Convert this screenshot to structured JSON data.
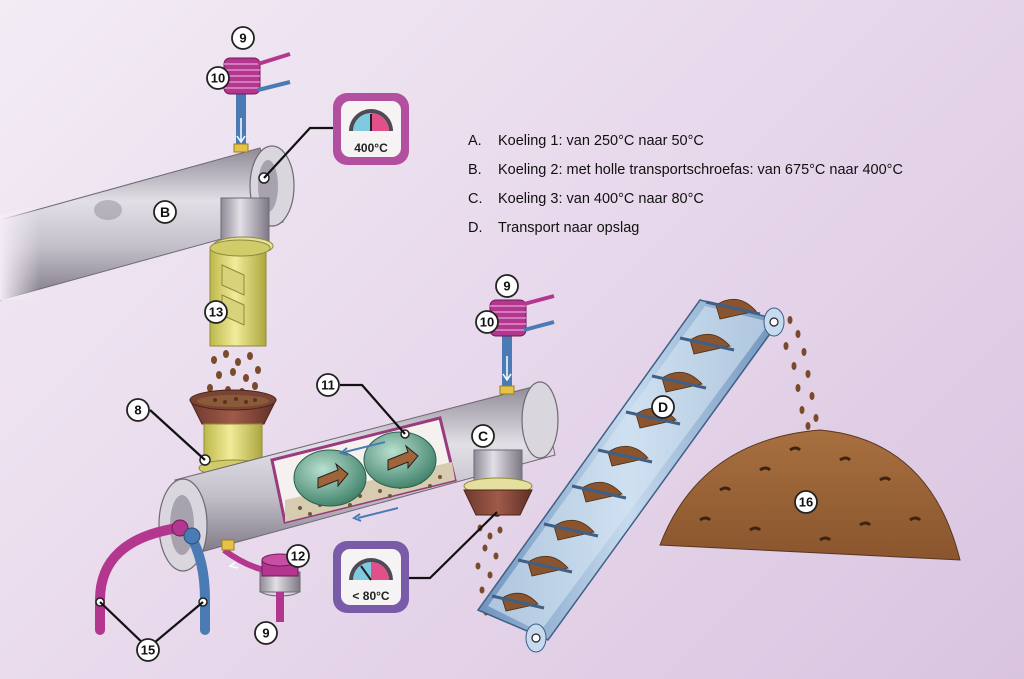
{
  "legend": [
    {
      "letter": "A.",
      "text": "Koeling 1: van 250°C naar 50°C"
    },
    {
      "letter": "B.",
      "text": "Koeling 2: met holle transportschroefas: van 675°C naar 400°C"
    },
    {
      "letter": "C.",
      "text": "Koeling 3: van 400°C naar 80°C"
    },
    {
      "letter": "D.",
      "text": "Transport naar opslag"
    }
  ],
  "gauges": [
    {
      "value": "400°C"
    },
    {
      "value": "< 80°C"
    }
  ],
  "section_letters": [
    "B",
    "C",
    "D"
  ],
  "callouts": [
    "9",
    "10",
    "13",
    "8",
    "11",
    "12",
    "9",
    "9",
    "10",
    "15",
    "16"
  ],
  "colors": {
    "pipe_gray": "#b7b3bd",
    "yellow_collar": "#e6e07a",
    "hopper_brown": "#8a4a3a",
    "cooling_pink": "#b3378f",
    "cooling_blue": "#4a7bb5",
    "gauge_frame": "#b24f9e",
    "gauge_frame_low": "#7a5ba8",
    "heap_brown": "#9b6138",
    "conveyor_blue": "#8fb2d8"
  }
}
